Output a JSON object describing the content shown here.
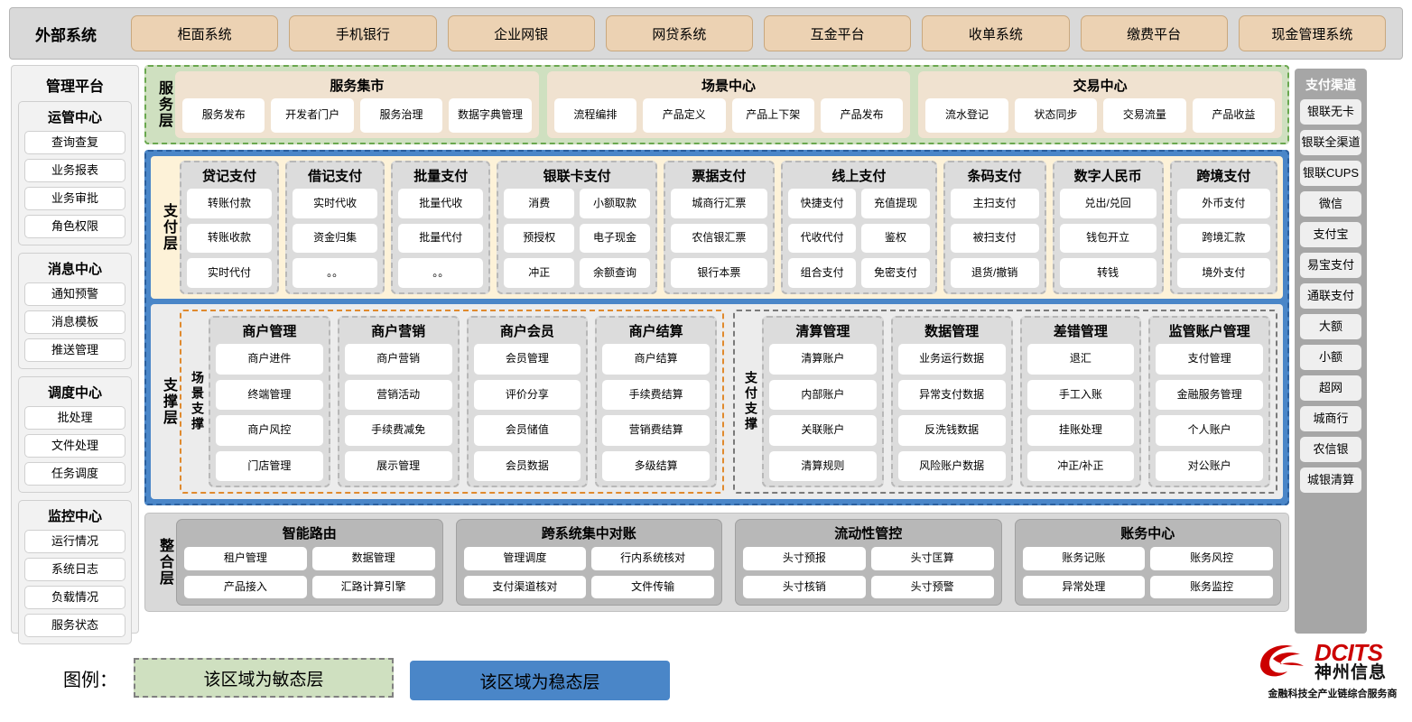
{
  "external": {
    "title": "外部系统",
    "items": [
      "柜面系统",
      "手机银行",
      "企业网银",
      "网贷系统",
      "互金平台",
      "收单系统",
      "缴费平台",
      "现金管理系统"
    ]
  },
  "management": {
    "title": "管理平台",
    "groups": [
      {
        "title": "运管中心",
        "items": [
          "查询查复",
          "业务报表",
          "业务审批",
          "角色权限"
        ]
      },
      {
        "title": "消息中心",
        "items": [
          "通知预警",
          "消息模板",
          "推送管理"
        ]
      },
      {
        "title": "调度中心",
        "items": [
          "批处理",
          "文件处理",
          "任务调度"
        ]
      },
      {
        "title": "监控中心",
        "items": [
          "运行情况",
          "系统日志",
          "负载情况",
          "服务状态"
        ]
      }
    ]
  },
  "channels": {
    "title": "支付渠道",
    "items": [
      "银联无卡",
      "银联全渠道",
      "银联CUPS",
      "微信",
      "支付宝",
      "易宝支付",
      "通联支付",
      "大额",
      "小额",
      "超网",
      "城商行",
      "农信银",
      "城银清算"
    ]
  },
  "service_layer": {
    "label": "服务层",
    "cards": [
      {
        "title": "服务集市",
        "items": [
          "服务发布",
          "开发者门户",
          "服务治理",
          "数据字典管理"
        ]
      },
      {
        "title": "场景中心",
        "items": [
          "流程编排",
          "产品定义",
          "产品上下架",
          "产品发布"
        ]
      },
      {
        "title": "交易中心",
        "items": [
          "流水登记",
          "状态同步",
          "交易流量",
          "产品收益"
        ]
      }
    ]
  },
  "pay_layer": {
    "label": "支付层",
    "columns": [
      {
        "title": "贷记支付",
        "cols": [
          [
            "转账付款",
            "转账收款",
            "实时代付"
          ]
        ]
      },
      {
        "title": "借记支付",
        "cols": [
          [
            "实时代收",
            "资金归集",
            "。。"
          ]
        ]
      },
      {
        "title": "批量支付",
        "cols": [
          [
            "批量代收",
            "批量代付",
            "。。"
          ]
        ]
      },
      {
        "title": "银联卡支付",
        "cols": [
          [
            "消费",
            "预授权",
            "冲正"
          ],
          [
            "小额取款",
            "电子现金",
            "余额查询"
          ]
        ]
      },
      {
        "title": "票据支付",
        "cols": [
          [
            "城商行汇票",
            "农信银汇票",
            "银行本票"
          ]
        ]
      },
      {
        "title": "线上支付",
        "cols": [
          [
            "快捷支付",
            "代收代付",
            "组合支付"
          ],
          [
            "充值提现",
            "鉴权",
            "免密支付"
          ]
        ]
      },
      {
        "title": "条码支付",
        "cols": [
          [
            "主扫支付",
            "被扫支付",
            "退货/撤销"
          ]
        ]
      },
      {
        "title": "数字人民币",
        "cols": [
          [
            "兑出/兑回",
            "钱包开立",
            "转钱"
          ]
        ]
      },
      {
        "title": "跨境支付",
        "cols": [
          [
            "外币支付",
            "跨境汇款",
            "境外支付"
          ]
        ]
      }
    ]
  },
  "support_layer": {
    "label": "支撑层",
    "halves": [
      {
        "label": "场景支撑",
        "columns": [
          {
            "title": "商户管理",
            "items": [
              "商户进件",
              "终端管理",
              "商户风控",
              "门店管理"
            ]
          },
          {
            "title": "商户营销",
            "items": [
              "商户营销",
              "营销活动",
              "手续费减免",
              "展示管理"
            ]
          },
          {
            "title": "商户会员",
            "items": [
              "会员管理",
              "评价分享",
              "会员储值",
              "会员数据"
            ]
          },
          {
            "title": "商户结算",
            "items": [
              "商户结算",
              "手续费结算",
              "营销费结算",
              "多级结算"
            ]
          }
        ]
      },
      {
        "label": "支付支撑",
        "columns": [
          {
            "title": "清算管理",
            "items": [
              "清算账户",
              "内部账户",
              "关联账户",
              "清算规则"
            ]
          },
          {
            "title": "数据管理",
            "items": [
              "业务运行数据",
              "异常支付数据",
              "反洗钱数据",
              "风险账户数据"
            ]
          },
          {
            "title": "差错管理",
            "items": [
              "退汇",
              "手工入账",
              "挂账处理",
              "冲正/补正"
            ]
          },
          {
            "title": "监管账户管理",
            "items": [
              "支付管理",
              "金融服务管理",
              "个人账户",
              "对公账户"
            ]
          }
        ]
      }
    ]
  },
  "integration_layer": {
    "label": "整合层",
    "cards": [
      {
        "title": "智能路由",
        "items": [
          "租户管理",
          "数据管理",
          "产品接入",
          "汇路计算引擎"
        ]
      },
      {
        "title": "跨系统集中对账",
        "items": [
          "管理调度",
          "行内系统核对",
          "支付渠道核对",
          "文件传输"
        ]
      },
      {
        "title": "流动性管控",
        "items": [
          "头寸预报",
          "头寸匡算",
          "头寸核销",
          "头寸预警"
        ]
      },
      {
        "title": "账务中心",
        "items": [
          "账务记账",
          "账务风控",
          "异常处理",
          "账务监控"
        ]
      }
    ]
  },
  "legend": {
    "label": "图例：",
    "agile": "该区域为敏态层",
    "stable": "该区域为稳态层",
    "agile_color": "#cfe0c0",
    "stable_color": "#4a86c8"
  },
  "logo": {
    "en": "DCITS",
    "cn": "神州信息",
    "tagline": "金融科技全产业链综合服务商",
    "brand_color": "#cc0000"
  }
}
